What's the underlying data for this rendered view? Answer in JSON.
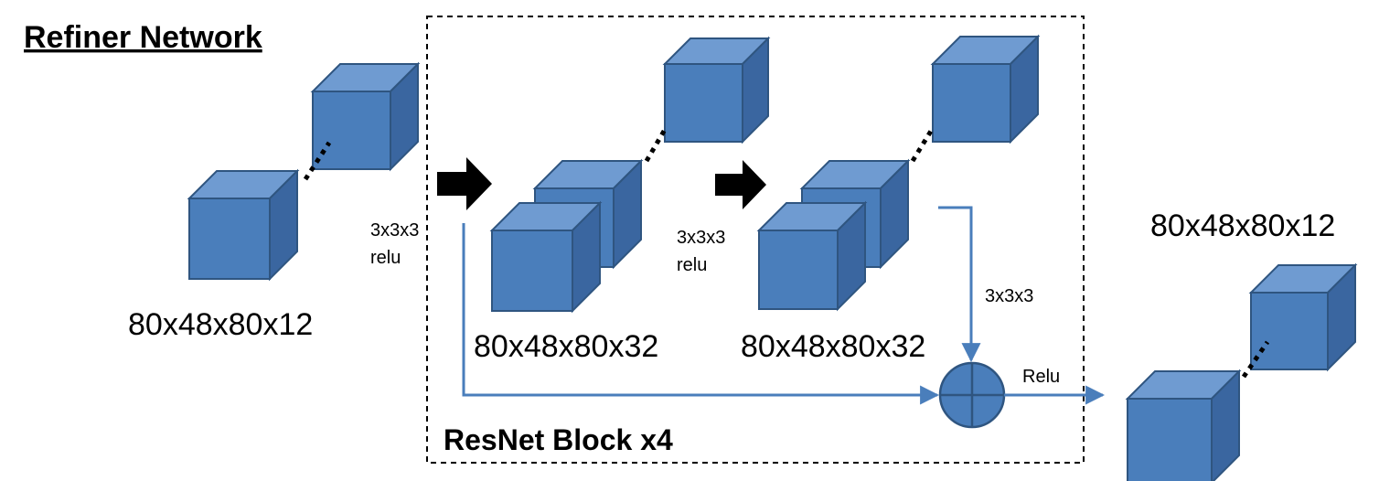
{
  "title": "Refiner Network",
  "block_label": "ResNet Block x4",
  "input": {
    "dims": "80x48x80x12"
  },
  "conv1": {
    "op": "3x3x3",
    "act": "relu"
  },
  "feature1": {
    "dims": "80x48x80x32"
  },
  "conv2": {
    "op": "3x3x3",
    "act": "relu"
  },
  "feature2": {
    "dims": "80x48x80x32"
  },
  "conv3": {
    "op": "3x3x3"
  },
  "sum": {
    "act": "Relu"
  },
  "output": {
    "dims": "80x48x80x12"
  },
  "colors": {
    "cube_front": "#4a7ebb",
    "cube_top": "#6f9bd1",
    "cube_side": "#3a66a0",
    "cube_edge": "#2f5580",
    "connector": "#4a7ebb",
    "arrow": "#000000"
  }
}
